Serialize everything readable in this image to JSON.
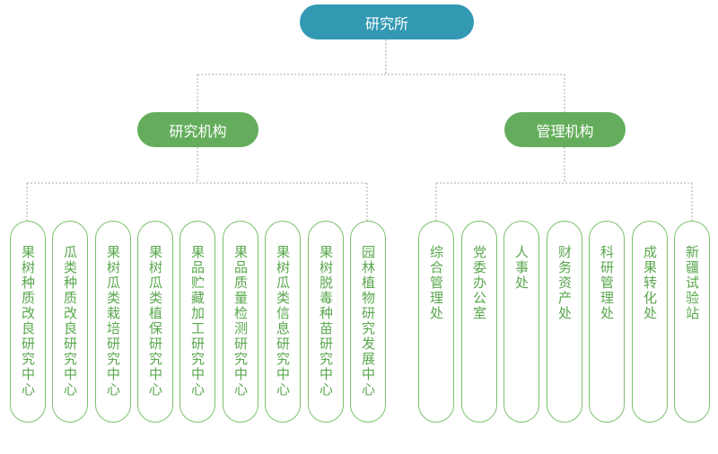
{
  "root": {
    "label": "研究所"
  },
  "branches": [
    {
      "label": "研究机构",
      "units": [
        "果树种质改良研究中心",
        "瓜类种质改良研究中心",
        "果树瓜类栽培研究中心",
        "果树瓜类植保研究中心",
        "果品贮藏加工研究中心",
        "果品质量检测研究中心",
        "果树瓜类信息研究中心",
        "果树脱毒种苗研究中心",
        "园林植物研究发展中心"
      ]
    },
    {
      "label": "管理机构",
      "units": [
        "综合管理处",
        "党委办公室",
        "人事处",
        "财务资产处",
        "科研管理处",
        "成果转化处",
        "新疆试验站"
      ]
    }
  ],
  "colors": {
    "root": "#3399b3",
    "branch": "#64ad5c",
    "leaf_border": "#7cc06f",
    "leaf_text": "#5aa74e",
    "connector": "#aaaaaa"
  }
}
